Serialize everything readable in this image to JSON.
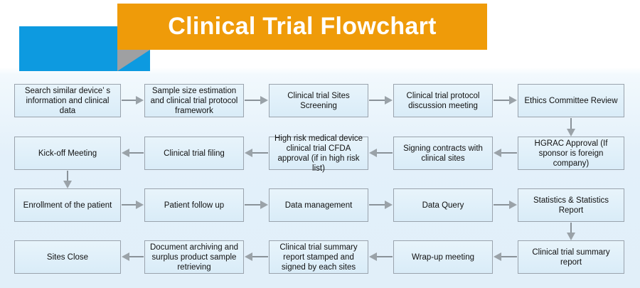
{
  "header": {
    "title": "Clinical Trial Flowchart",
    "banner_color": "#ef9b09",
    "tab_color": "#0d9ae0",
    "fold_color": "#9fa0a2",
    "title_color": "#ffffff"
  },
  "theme": {
    "box_fill": "#e0effa",
    "box_border": "#9aa3ad",
    "arrow_color": "#9aa2a8",
    "page_background": "#e1eff9",
    "text_color": "#111111"
  },
  "chart_data": {
    "type": "diagram",
    "title": "Clinical Trial Flowchart",
    "orientation": "serpentine-grid",
    "rows": 4,
    "columns": 5,
    "nodes": [
      {
        "id": "n1",
        "row": 1,
        "col": 1,
        "label": "Search similar device’ s information and clinical data"
      },
      {
        "id": "n2",
        "row": 1,
        "col": 2,
        "label": "Sample size estimation and clinical trial protocol framework"
      },
      {
        "id": "n3",
        "row": 1,
        "col": 3,
        "label": "Clinical trial Sites Screening"
      },
      {
        "id": "n4",
        "row": 1,
        "col": 4,
        "label": "Clinical trial protocol discussion meeting"
      },
      {
        "id": "n5",
        "row": 1,
        "col": 5,
        "label": "Ethics Committee Review"
      },
      {
        "id": "n6",
        "row": 2,
        "col": 5,
        "label": "HGRAC Approval (If sponsor is foreign company)"
      },
      {
        "id": "n7",
        "row": 2,
        "col": 4,
        "label": "Signing contracts with clinical sites"
      },
      {
        "id": "n8",
        "row": 2,
        "col": 3,
        "label": "High risk medical device clinical trial CFDA approval (if in high risk list)"
      },
      {
        "id": "n9",
        "row": 2,
        "col": 2,
        "label": "Clinical trial filing"
      },
      {
        "id": "n10",
        "row": 2,
        "col": 1,
        "label": "Kick-off Meeting"
      },
      {
        "id": "n11",
        "row": 3,
        "col": 1,
        "label": "Enrollment of the patient"
      },
      {
        "id": "n12",
        "row": 3,
        "col": 2,
        "label": "Patient follow up"
      },
      {
        "id": "n13",
        "row": 3,
        "col": 3,
        "label": "Data management"
      },
      {
        "id": "n14",
        "row": 3,
        "col": 4,
        "label": "Data Query"
      },
      {
        "id": "n15",
        "row": 3,
        "col": 5,
        "label": "Statistics & Statistics Report"
      },
      {
        "id": "n16",
        "row": 4,
        "col": 5,
        "label": "Clinical trial summary report"
      },
      {
        "id": "n17",
        "row": 4,
        "col": 4,
        "label": "Wrap-up meeting"
      },
      {
        "id": "n18",
        "row": 4,
        "col": 3,
        "label": "Clinical trial summary report stamped and signed by each sites"
      },
      {
        "id": "n19",
        "row": 4,
        "col": 2,
        "label": "Document archiving and surplus product sample retrieving"
      },
      {
        "id": "n20",
        "row": 4,
        "col": 1,
        "label": "Sites Close"
      }
    ],
    "edges": [
      {
        "from": "n1",
        "to": "n2",
        "direction": "right"
      },
      {
        "from": "n2",
        "to": "n3",
        "direction": "right"
      },
      {
        "from": "n3",
        "to": "n4",
        "direction": "right"
      },
      {
        "from": "n4",
        "to": "n5",
        "direction": "right"
      },
      {
        "from": "n5",
        "to": "n6",
        "direction": "down"
      },
      {
        "from": "n6",
        "to": "n7",
        "direction": "left"
      },
      {
        "from": "n7",
        "to": "n8",
        "direction": "left"
      },
      {
        "from": "n8",
        "to": "n9",
        "direction": "left"
      },
      {
        "from": "n9",
        "to": "n10",
        "direction": "left"
      },
      {
        "from": "n10",
        "to": "n11",
        "direction": "down"
      },
      {
        "from": "n11",
        "to": "n12",
        "direction": "right"
      },
      {
        "from": "n12",
        "to": "n13",
        "direction": "right"
      },
      {
        "from": "n13",
        "to": "n14",
        "direction": "right"
      },
      {
        "from": "n14",
        "to": "n15",
        "direction": "right"
      },
      {
        "from": "n15",
        "to": "n16",
        "direction": "down"
      },
      {
        "from": "n16",
        "to": "n17",
        "direction": "left"
      },
      {
        "from": "n17",
        "to": "n18",
        "direction": "left"
      },
      {
        "from": "n18",
        "to": "n19",
        "direction": "left"
      },
      {
        "from": "n19",
        "to": "n20",
        "direction": "left"
      }
    ]
  }
}
